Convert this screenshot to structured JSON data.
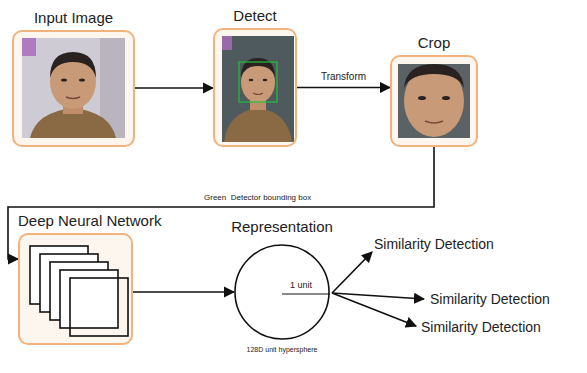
{
  "diagram": {
    "nodes": [
      {
        "text": [
          "Input Image"
        ]
      },
      {
        "text": [
          "Detect"
        ]
      },
      {
        "text": [
          "Crop"
        ]
      },
      {
        "text": [
          "Deep Neural Network"
        ]
      },
      {
        "text": [
          "Representation",
          "1 unit",
          "128D unit hypersphere"
        ]
      }
    ],
    "edges": [
      {
        "from": 0,
        "to": 1,
        "arrow": "to"
      },
      {
        "from": 1,
        "to": 2,
        "label": "Transform",
        "arrow": "to"
      },
      {
        "from": 2,
        "to": 3,
        "arrow": "to"
      },
      {
        "from": 3,
        "to": 4,
        "arrow": "to"
      }
    ],
    "labels": [
      "Green  Detector bounding box",
      "Similarity Detection",
      "Similarity Detection",
      "Similarity Detection"
    ]
  }
}
